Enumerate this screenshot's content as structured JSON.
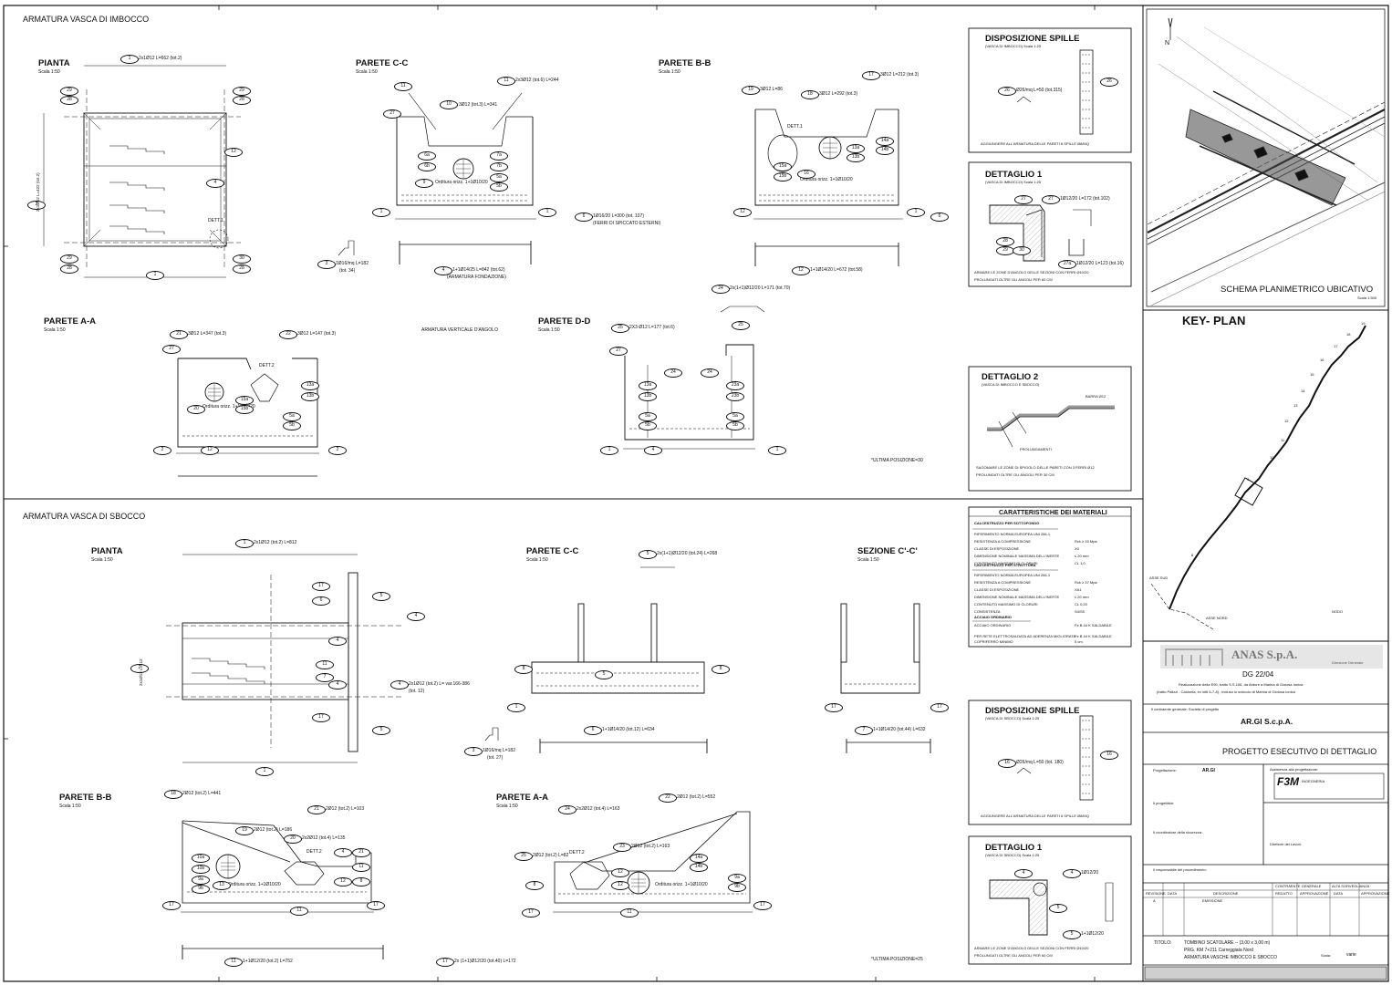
{
  "sections": {
    "top_title": "ARMATURA VASCA DI IMBOCCO",
    "bottom_title": "ARMATURA VASCA DI SBOCCO"
  },
  "top": {
    "pianta": {
      "title": "PIANTA",
      "scale": "Scala 1:50",
      "bar1": "2x1Ø12 L=662 (tot.2)",
      "bar2": "2x1Ø12 L=422 (tot.2)",
      "dett": "DETT.1"
    },
    "parete_cc": {
      "title": "PARETE C-C",
      "scale": "Scala 1:50",
      "bar10": "3Ø12 (tot.3) L=341",
      "bar11": "2x3Ø12 (tot.6) L=244",
      "bar6": "1Ø16/20 L=300 (tot. 107)",
      "bar6_note": "(FERRI DI SPICCATO ESTERNI)",
      "bar3": "1Ø16/mq L=182",
      "bar3_tot": "(tot. 34)",
      "bar4": "1+1Ø14/25 L=842 (tot.62)",
      "bar4_note": "(ARMATURA FONDAZIONE)",
      "orditura": "Orditura orizz. 1+1Ø10/20"
    },
    "parete_bb": {
      "title": "PARETE B-B",
      "scale": "Scala 1:50",
      "bar17": "3Ø12 L=212 (tot.3)",
      "bar18": "3Ø12 L=292 (tot.3)",
      "bar19": "3Ø12 L=86",
      "bar12": "1+1Ø14/20 L=672 (tot.58)",
      "bar24": "2x(1+1)Ø12/20 L=171 (tot.70)",
      "dett": "DETT.1",
      "orditura": "Orditura orizz. 1+1Ø10/20"
    },
    "parete_aa": {
      "title": "PARETE A-A",
      "scale": "Scala 1:50",
      "bar21": "3Ø12 L=347 (tot.3)",
      "bar22": "3Ø12 L=147 (tot.3)",
      "dett": "DETT.2",
      "orditura": "Orditura orizz. 1+1Ø10/20"
    },
    "angolo": "ARMATURA VERTICALE D'ANGOLO",
    "parete_dd": {
      "title": "PARETE D-D",
      "scale": "Scala 1:50",
      "bar25": "2X3 Ø12 L=177 (tot.6)"
    },
    "ultima": "*ULTIMA POSIZIONE=30"
  },
  "bottom": {
    "pianta": {
      "title": "PIANTA",
      "scale": "Scala 1:50",
      "bar1": "2x1Ø12 (tot.2) L=812",
      "bar2": "2x1Ø12 L=412",
      "bar4": "2x1Ø12 (tot.2) L= var.166-386",
      "bar4_tot": "(tot. 12)"
    },
    "parete_cc": {
      "title": "PARETE C-C",
      "scale": "Scala 1:50",
      "bar5": "2x(1+1)Ø12/20 (tot.24) L=268",
      "bar6": "1+1Ø14/20 (tot.12) L=634",
      "bar3": "1Ø16/mq L=182",
      "bar3_tot": "(tot. 27)"
    },
    "sezione": {
      "title": "SEZIONE C'-C'",
      "scale": "Scala 1:50",
      "bar7": "1+1Ø14/20 (tot.44) L=632"
    },
    "parete_bb": {
      "title": "PARETE B-B",
      "scale": "Scala 1:50",
      "bar18": "2Ø12 (tot.2) L=441",
      "bar21": "2Ø12 (tot.2) L=103",
      "bar19": "2Ø12 (tot.2) L=186",
      "bar20": "2x2Ø12 (tot.4) L=135",
      "bar11": "1+1Ø12/20 (tot.2) L=752",
      "dett": "DETT.2",
      "orditura": "Orditura orizz. 1+1Ø10/20"
    },
    "parete_aa": {
      "title": "PARETE A-A",
      "scale": "Scala 1:50",
      "bar24": "2x2Ø12 (tot.4) L=163",
      "bar22": "2Ø12 (tot.2) L=552",
      "bar23": "2Ø12 (tot.2) L=163",
      "bar25": "2Ø12 (tot.2) L=82",
      "bar17": "2x (1+1)Ø12/20 (tot.40) L=172",
      "dett": "DETT.2",
      "orditura": "Orditura orizz. 1+1Ø10/20"
    },
    "ultima": "*ULTIMA POSIZIONE=25"
  },
  "side": {
    "spille1": {
      "title": "DISPOSIZIONE SPILLE",
      "sub": "(VASCA DI IMBOCCO)  Scala 1:25",
      "bar": "Ø26/mq  L=50 (tot.315)",
      "note": "AGGIUNGERE ALL'ARMATURA DELLE PARETI 6 SPILLE Ø8/MQ"
    },
    "dett1": {
      "title": "DETTAGLIO 1",
      "sub": "(VASCA DI IMBOCCO)  Scala 1:25",
      "bar27": "1Ø12/20 L=172 (tot.102)",
      "bar27a": "1Ø12/20 L=123 (tot.16)",
      "note1": "ARMARE LE ZONE D'ANGOLO DELLE SEZIONI CON FERRI Ø10/20",
      "note2": "PROLUNGATI OLTRE GLI ANGOLI PER 60 CM"
    },
    "dett2": {
      "title": "DETTAGLIO 2",
      "sub": "(VASCA DI IMBOCCO E SBOCCO)",
      "barra": "BARRA Ø12",
      "prol": "PROLUNGAMENTI",
      "note1": "SAGOMARE LE ZONE DI SPIGOLO DELLE PARETI CON 3 FERRI Ø12",
      "note2": "PROLUNGATI OLTRE GLI ANGOLI PER 30 CM"
    },
    "materiali": {
      "title": "CARATTERISTICHE DEI MATERIALI",
      "cls1": "CALCESTRUZZO PER SOTTOFONDO",
      "cls2": "CALCESTRUZZO PER STRUTTURA",
      "acciaio": "ACCIAIO ORDINARIO",
      "rows1": [
        "RIFERIMENTO NORMA EUROPEA UNI 206-1",
        "RESISTENZA A COMPRESSIONE",
        "CLASSE DI ESPOSIZIONE",
        "DIMENSIONE NOMINALE MASSIMA DELL'INERTE",
        "CONTENUTO MASSIMO DI CLORURI"
      ],
      "vals1": [
        "",
        "Rck ≥ 15 Mpa",
        "X0",
        "≤ 20 mm",
        "CL 1,0"
      ],
      "rows2": [
        "RIFERIMENTO NORMA EUROPEA UNI 206-1",
        "RESISTENZA A COMPRESSIONE",
        "CLASSE DI ESPOSIZIONE",
        "DIMENSIONE NOMINALE MASSIMA DELL'INERTE",
        "CONTENUTO MASSIMO DI CLORURI",
        "CONSISTENZA"
      ],
      "vals2": [
        "",
        "Rck ≥ 37 Mpa",
        "XA1",
        "≤ 20 mm",
        "CL 0,20",
        "S4/S5"
      ],
      "acc_rows": [
        "ACCIAIO ORDINARIO",
        "PER RETE ELETTROSALDATA AD ADERENZA MIGLIORATA",
        "COPRIFERRO MINIMO"
      ],
      "acc_vals": [
        "Fe B 44 K SALDABILE",
        "Fe B 44 K SALDABILE",
        "5 cm"
      ]
    },
    "spille2": {
      "title": "DISPOSIZIONE SPILLE",
      "sub": "(VASCA DI SBOCCO)  Scala 1:25",
      "bar": "Ø26/mq  L=50 (tot. 180)",
      "note": "AGGIUNGERE ALL'ARMATURA DELLE PARETI 6 SPILLE Ø8/MQ"
    },
    "dett1b": {
      "title": "DETTAGLIO 1",
      "sub": "(VASCA DI SBOCCO)  Scala 1:25",
      "bar4": "1Ø12/20",
      "bar5": "1+1Ø12/20",
      "note1": "ARMARE LE ZONE D'ANGOLO DELLE SEZIONI CON FERRI Ø10/20",
      "note2": "PROLUNGATI OLTRE GLI ANGOLI PER 60 CM"
    }
  },
  "right": {
    "north": "N",
    "schema_title": "SCHEMA PLANIMETRICO UBICATIVO",
    "schema_scale": "Scala 1:500",
    "keyplan": "KEY- PLAN",
    "asse_sud": "ASSE SUD",
    "asse_nord": "ASSE NORD",
    "nodo": "NODO",
    "kp_numbers": [
      "19",
      "18",
      "17",
      "16",
      "15",
      "14",
      "13",
      "12",
      "11",
      "10",
      "9",
      "8"
    ],
    "company": "ANAS S.p.A.",
    "company_sub": "Direzione Generale",
    "project_code": "DG 22/04",
    "project_desc1": "Realizzazione della E90, tratto S.S.106, da Ardore a Marina di Gioiosa Ionica",
    "project_desc2": "(tratto Palizzi - Caulonia, ex lotti 6-7-8) , incluso lo svincolo di Marina di Gioiosa Ionica",
    "contraente_label": "Il contraente generale: Società di progetto",
    "contraente": "AR.GI S.c.p.A.",
    "fase": "PROGETTO ESECUTIVO DI DETTAGLIO",
    "progettazione": "Progettazione:",
    "progettazione_val": "AR.GI",
    "assistenza": "Assistenza alla progettazione:",
    "f3m": "F3M",
    "f3m_sub": "INGEGNERIA",
    "progettista": "Il progettista:",
    "coordinatore": "Il coordinatore della sicurezza:",
    "direttore": "Direttore dei Lavori:",
    "responsabile": "Il responsabile del procedimento:",
    "rev_headers": [
      "REVISIONE",
      "DATA",
      "DESCRIZIONE",
      "REDATTO",
      "APPROVAZIONE",
      "DATA",
      "APPROVAZIONE"
    ],
    "rev_groups": [
      "CONTRAENTE GENERALE",
      "ALTA SORVEGLIANZA"
    ],
    "rev_row": [
      "A",
      "",
      "EMISSIONE"
    ],
    "titolo_label": "TITOLO:",
    "titolo1": "TOMBINO SCATOLARE  --  (3,00 x 3,00 m)",
    "titolo2": "PRG. KM 7+211   Carreggiata Nord",
    "titolo3": "ARMATURA VASCHE IMBOCCO E SBOCCO",
    "scala_label": "Scala:",
    "scala_val": "varie"
  },
  "colors": {
    "ink": "#111111",
    "bg": "#ffffff",
    "gray": "#bfbfbf"
  }
}
